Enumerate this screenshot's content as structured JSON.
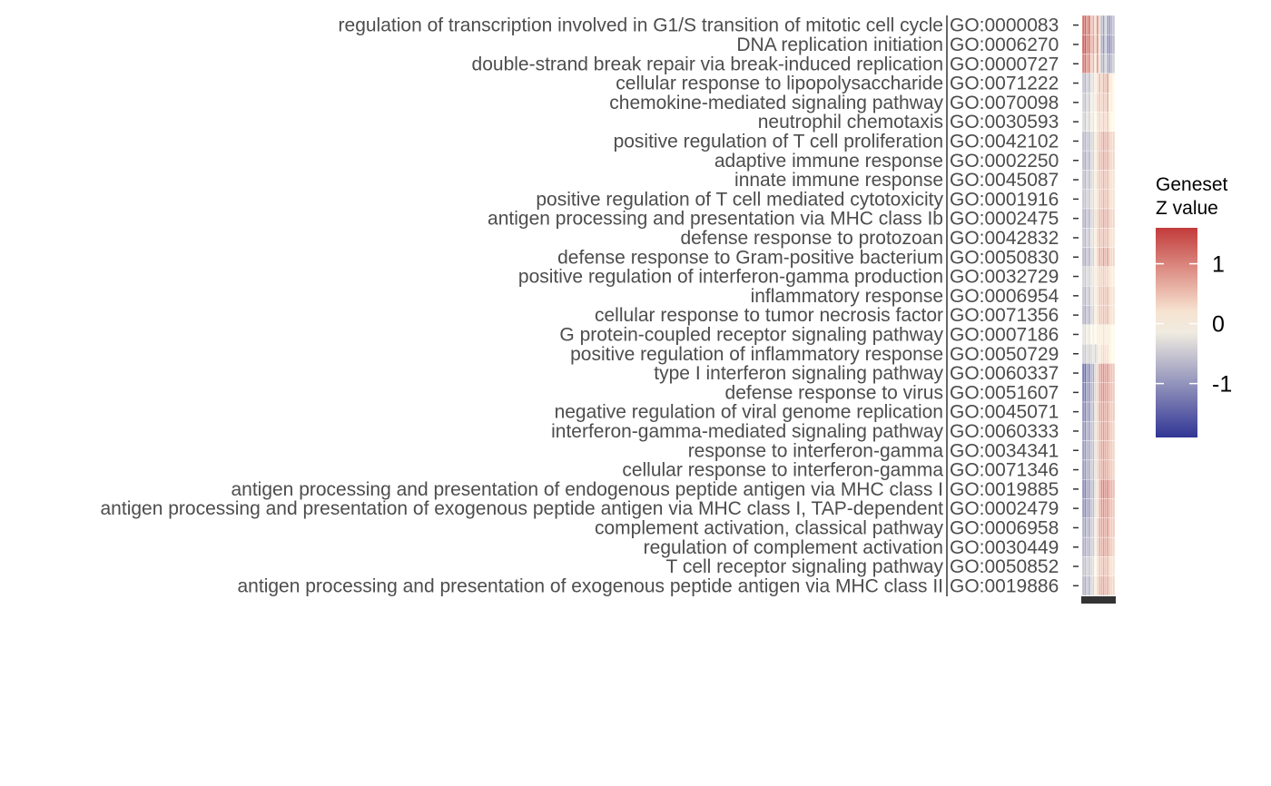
{
  "chart_data": {
    "type": "heatmap",
    "title": "",
    "xlabel": "",
    "ylabel": "",
    "legend": {
      "title_lines": [
        "Geneset",
        "Z value"
      ],
      "ticks": [
        1,
        0,
        -1
      ],
      "tick_labels": [
        "1",
        "0",
        "-1"
      ],
      "range": [
        -1.9,
        1.6
      ],
      "placement": "right",
      "colors": {
        "low": "#313695",
        "mid": "#fffbe6",
        "high": "#c23b3b"
      }
    },
    "rows": [
      {
        "term": "regulation of transcription involved in G1/S transition of mitotic cell cycle",
        "id": "GO:0000083"
      },
      {
        "term": "DNA replication initiation",
        "id": "GO:0006270"
      },
      {
        "term": "double-strand break repair via break-induced replication",
        "id": "GO:0000727"
      },
      {
        "term": "cellular response to lipopolysaccharide",
        "id": "GO:0071222"
      },
      {
        "term": "chemokine-mediated signaling pathway",
        "id": "GO:0070098"
      },
      {
        "term": "neutrophil chemotaxis",
        "id": "GO:0030593"
      },
      {
        "term": "positive regulation of T cell proliferation",
        "id": "GO:0042102"
      },
      {
        "term": "adaptive immune response",
        "id": "GO:0002250"
      },
      {
        "term": "innate immune response",
        "id": "GO:0045087"
      },
      {
        "term": "positive regulation of T cell mediated cytotoxicity",
        "id": "GO:0001916"
      },
      {
        "term": "antigen processing and presentation via MHC class Ib",
        "id": "GO:0002475"
      },
      {
        "term": "defense response to protozoan",
        "id": "GO:0042832"
      },
      {
        "term": "defense response to Gram-positive bacterium",
        "id": "GO:0050830"
      },
      {
        "term": "positive regulation of interferon-gamma production",
        "id": "GO:0032729"
      },
      {
        "term": "inflammatory response",
        "id": "GO:0006954"
      },
      {
        "term": "cellular response to tumor necrosis factor",
        "id": "GO:0071356"
      },
      {
        "term": "G protein-coupled receptor signaling pathway",
        "id": "GO:0007186"
      },
      {
        "term": "positive regulation of inflammatory response",
        "id": "GO:0050729"
      },
      {
        "term": "type I interferon signaling pathway",
        "id": "GO:0060337"
      },
      {
        "term": "defense response to virus",
        "id": "GO:0051607"
      },
      {
        "term": "negative regulation of viral genome replication",
        "id": "GO:0045071"
      },
      {
        "term": "interferon-gamma-mediated signaling pathway",
        "id": "GO:0060333"
      },
      {
        "term": "response to interferon-gamma",
        "id": "GO:0034341"
      },
      {
        "term": "cellular response to interferon-gamma",
        "id": "GO:0071346"
      },
      {
        "term": "antigen processing and presentation of endogenous peptide antigen via MHC class I",
        "id": "GO:0019885"
      },
      {
        "term": "antigen processing and presentation of exogenous peptide antigen via MHC class I, TAP-dependent",
        "id": "GO:0002479"
      },
      {
        "term": "complement activation, classical pathway",
        "id": "GO:0006958"
      },
      {
        "term": "regulation of complement activation",
        "id": "GO:0030449"
      },
      {
        "term": "T cell receptor signaling pathway",
        "id": "GO:0050852"
      },
      {
        "term": "antigen processing and presentation of exogenous peptide antigen via MHC class II",
        "id": "GO:0019886"
      }
    ],
    "columns": 16,
    "values": [
      [
        1.1,
        1.3,
        0.9,
        1.2,
        0.4,
        0.7,
        0.2,
        0.9,
        0.3,
        -0.6,
        -0.9,
        -0.3,
        -0.8,
        -1.0,
        -0.7,
        -0.5
      ],
      [
        1.2,
        1.4,
        1.0,
        1.1,
        0.5,
        0.8,
        0.3,
        0.9,
        0.2,
        -0.7,
        -1.0,
        -0.4,
        -0.9,
        -1.1,
        -0.8,
        -0.6
      ],
      [
        1.0,
        1.2,
        0.8,
        1.0,
        0.3,
        0.6,
        0.1,
        0.8,
        0.2,
        -0.6,
        -0.8,
        -0.3,
        -0.7,
        -0.9,
        -0.6,
        -0.4
      ],
      [
        -0.5,
        -0.7,
        -0.4,
        -0.6,
        -0.2,
        -0.3,
        0.1,
        0.2,
        0.5,
        0.3,
        0.6,
        0.4,
        0.7,
        0.2,
        0.1,
        0.0
      ],
      [
        -0.4,
        -0.6,
        -0.3,
        -0.5,
        -0.1,
        -0.2,
        0.1,
        0.3,
        0.4,
        0.3,
        0.5,
        0.3,
        0.6,
        0.1,
        0.1,
        0.0
      ],
      [
        -0.3,
        -0.5,
        -0.2,
        -0.4,
        -0.1,
        -0.2,
        0.0,
        0.2,
        0.3,
        0.2,
        0.4,
        0.2,
        0.4,
        0.1,
        0.0,
        0.0
      ],
      [
        -0.6,
        -0.7,
        -0.5,
        -0.6,
        -0.3,
        -0.4,
        0.1,
        0.3,
        0.4,
        0.5,
        0.7,
        0.5,
        0.6,
        0.4,
        0.3,
        0.3
      ],
      [
        -0.6,
        -0.8,
        -0.5,
        -0.7,
        -0.3,
        -0.4,
        0.1,
        0.3,
        0.5,
        0.5,
        0.7,
        0.5,
        0.6,
        0.4,
        0.3,
        0.3
      ],
      [
        -0.5,
        -0.7,
        -0.4,
        -0.6,
        -0.3,
        -0.3,
        0.1,
        0.3,
        0.4,
        0.4,
        0.6,
        0.4,
        0.5,
        0.3,
        0.2,
        0.2
      ],
      [
        -0.5,
        -0.6,
        -0.4,
        -0.5,
        -0.2,
        -0.3,
        0.1,
        0.2,
        0.4,
        0.4,
        0.6,
        0.4,
        0.5,
        0.3,
        0.2,
        0.2
      ],
      [
        -0.6,
        -0.8,
        -0.5,
        -0.7,
        -0.3,
        -0.4,
        0.2,
        0.3,
        0.5,
        0.5,
        0.7,
        0.5,
        0.6,
        0.4,
        0.3,
        0.3
      ],
      [
        -0.5,
        -0.7,
        -0.4,
        -0.6,
        -0.2,
        -0.3,
        0.1,
        0.3,
        0.5,
        0.4,
        0.6,
        0.4,
        0.5,
        0.3,
        0.2,
        0.2
      ],
      [
        -0.6,
        -0.8,
        -0.5,
        -0.7,
        -0.3,
        -0.4,
        0.1,
        0.3,
        0.6,
        0.5,
        0.8,
        0.5,
        0.7,
        0.4,
        0.3,
        0.3
      ],
      [
        -0.4,
        -0.5,
        -0.3,
        -0.4,
        -0.2,
        -0.2,
        0.1,
        0.2,
        0.3,
        0.3,
        0.4,
        0.3,
        0.3,
        0.2,
        0.1,
        0.1
      ],
      [
        -0.5,
        -0.7,
        -0.4,
        -0.6,
        -0.2,
        -0.3,
        0.1,
        0.2,
        0.4,
        0.4,
        0.5,
        0.4,
        0.5,
        0.3,
        0.2,
        0.2
      ],
      [
        -0.6,
        -0.8,
        -0.5,
        -0.7,
        -0.3,
        -0.4,
        0.1,
        0.2,
        0.4,
        0.4,
        0.5,
        0.4,
        0.5,
        0.3,
        0.2,
        0.2
      ],
      [
        -0.2,
        -0.3,
        -0.1,
        -0.2,
        0.0,
        -0.1,
        0.0,
        0.1,
        0.1,
        0.1,
        0.2,
        0.1,
        0.1,
        0.1,
        0.0,
        0.0
      ],
      [
        -0.4,
        -0.5,
        -0.3,
        -0.4,
        -0.3,
        -0.2,
        -0.4,
        -0.2,
        0.1,
        0.2,
        0.3,
        0.2,
        0.2,
        0.1,
        0.0,
        0.0
      ],
      [
        -1.2,
        -1.4,
        -0.9,
        -1.1,
        -0.6,
        -0.8,
        -0.3,
        0.3,
        0.6,
        0.8,
        0.9,
        0.7,
        0.8,
        0.6,
        0.5,
        0.4
      ],
      [
        -1.1,
        -1.3,
        -0.9,
        -1.0,
        -0.6,
        -0.7,
        -0.3,
        0.3,
        0.6,
        0.8,
        0.9,
        0.7,
        0.7,
        0.6,
        0.5,
        0.4
      ],
      [
        -1.0,
        -1.2,
        -0.8,
        -1.0,
        -0.5,
        -0.7,
        -0.2,
        0.3,
        0.6,
        0.7,
        0.8,
        0.6,
        0.7,
        0.5,
        0.4,
        0.4
      ],
      [
        -0.9,
        -1.1,
        -0.7,
        -0.9,
        -0.5,
        -0.6,
        -0.2,
        0.3,
        0.5,
        0.7,
        0.8,
        0.6,
        0.7,
        0.5,
        0.4,
        0.3
      ],
      [
        -0.9,
        -1.0,
        -0.7,
        -0.8,
        -0.5,
        -0.6,
        -0.2,
        0.3,
        0.5,
        0.7,
        0.8,
        0.6,
        0.6,
        0.5,
        0.4,
        0.3
      ],
      [
        -0.9,
        -1.0,
        -0.7,
        -0.8,
        -0.4,
        -0.6,
        -0.2,
        0.3,
        0.5,
        0.6,
        0.8,
        0.6,
        0.6,
        0.5,
        0.4,
        0.3
      ],
      [
        -1.0,
        -1.2,
        -0.8,
        -0.9,
        -0.5,
        -0.7,
        -0.2,
        0.2,
        0.5,
        0.9,
        1.0,
        0.8,
        0.9,
        0.7,
        0.6,
        0.5
      ],
      [
        -0.9,
        -1.1,
        -0.8,
        -0.9,
        -0.5,
        -0.6,
        -0.2,
        0.2,
        0.5,
        0.8,
        0.9,
        0.7,
        0.8,
        0.6,
        0.5,
        0.4
      ],
      [
        -0.7,
        -0.9,
        -0.6,
        -0.8,
        -0.4,
        -0.5,
        -0.1,
        0.3,
        0.6,
        0.7,
        0.8,
        0.6,
        0.8,
        0.5,
        0.4,
        0.4
      ],
      [
        -0.7,
        -0.8,
        -0.6,
        -0.7,
        -0.4,
        -0.5,
        -0.1,
        0.3,
        0.6,
        0.6,
        0.8,
        0.6,
        0.7,
        0.5,
        0.4,
        0.3
      ],
      [
        -0.5,
        -0.6,
        -0.4,
        -0.5,
        -0.3,
        -0.3,
        0.0,
        0.2,
        0.4,
        0.4,
        0.6,
        0.4,
        0.5,
        0.3,
        0.2,
        0.2
      ],
      [
        -0.6,
        -0.8,
        -0.5,
        -0.7,
        -0.3,
        -0.4,
        0.1,
        0.3,
        0.5,
        0.6,
        0.7,
        0.5,
        0.6,
        0.4,
        0.3,
        0.3
      ]
    ],
    "column_labels": [],
    "grid": false
  }
}
